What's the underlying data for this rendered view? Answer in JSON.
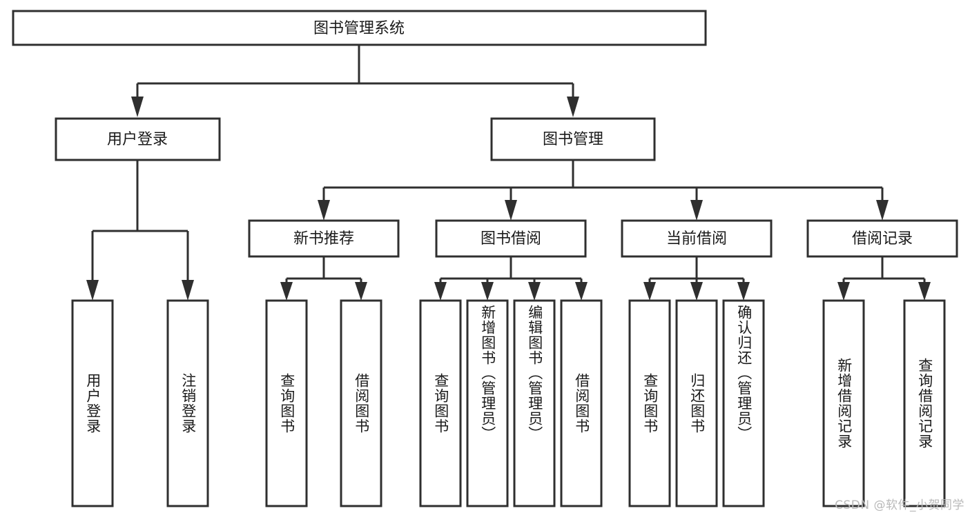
{
  "diagram": {
    "title": "图书管理系统",
    "type": "tree-hierarchy",
    "root": {
      "label": "图书管理系统"
    },
    "level2": [
      {
        "id": "user-login",
        "label": "用户登录"
      },
      {
        "id": "book-manage",
        "label": "图书管理"
      }
    ],
    "level3": [
      {
        "id": "new-book-recommend",
        "label": "新书推荐",
        "parent": "book-manage"
      },
      {
        "id": "book-borrow",
        "label": "图书借阅",
        "parent": "book-manage"
      },
      {
        "id": "current-borrow",
        "label": "当前借阅",
        "parent": "book-manage"
      },
      {
        "id": "borrow-record",
        "label": "借阅记录",
        "parent": "book-manage"
      }
    ],
    "leaves": {
      "user-login": [
        {
          "id": "leaf-user-login",
          "label": "用户登录"
        },
        {
          "id": "leaf-logout",
          "label": "注销登录"
        }
      ],
      "new-book-recommend": [
        {
          "id": "leaf-query-book-1",
          "label": "查询图书"
        },
        {
          "id": "leaf-borrow-book-1",
          "label": "借阅图书"
        }
      ],
      "book-borrow": [
        {
          "id": "leaf-query-book-2",
          "label": "查询图书"
        },
        {
          "id": "leaf-add-book",
          "label": "新增图书（管理员）"
        },
        {
          "id": "leaf-edit-book",
          "label": "编辑图书（管理员）"
        },
        {
          "id": "leaf-borrow-book-2",
          "label": "借阅图书"
        }
      ],
      "current-borrow": [
        {
          "id": "leaf-query-book-3",
          "label": "查询图书"
        },
        {
          "id": "leaf-return-book",
          "label": "归还图书"
        },
        {
          "id": "leaf-confirm-return",
          "label": "确认归还（管理员）"
        }
      ],
      "borrow-record": [
        {
          "id": "leaf-add-record",
          "label": "新增借阅记录"
        },
        {
          "id": "leaf-query-record",
          "label": "查询借阅记录"
        }
      ]
    },
    "colors": {
      "box_stroke": "#2f2f2f",
      "box_fill": "#ffffff",
      "text": "#1a1a1a",
      "connector": "#2f2f2f",
      "background": "#ffffff",
      "watermark": "#b9b9b9"
    }
  },
  "watermark": {
    "text": "CSDN @软件_小贺同学"
  }
}
